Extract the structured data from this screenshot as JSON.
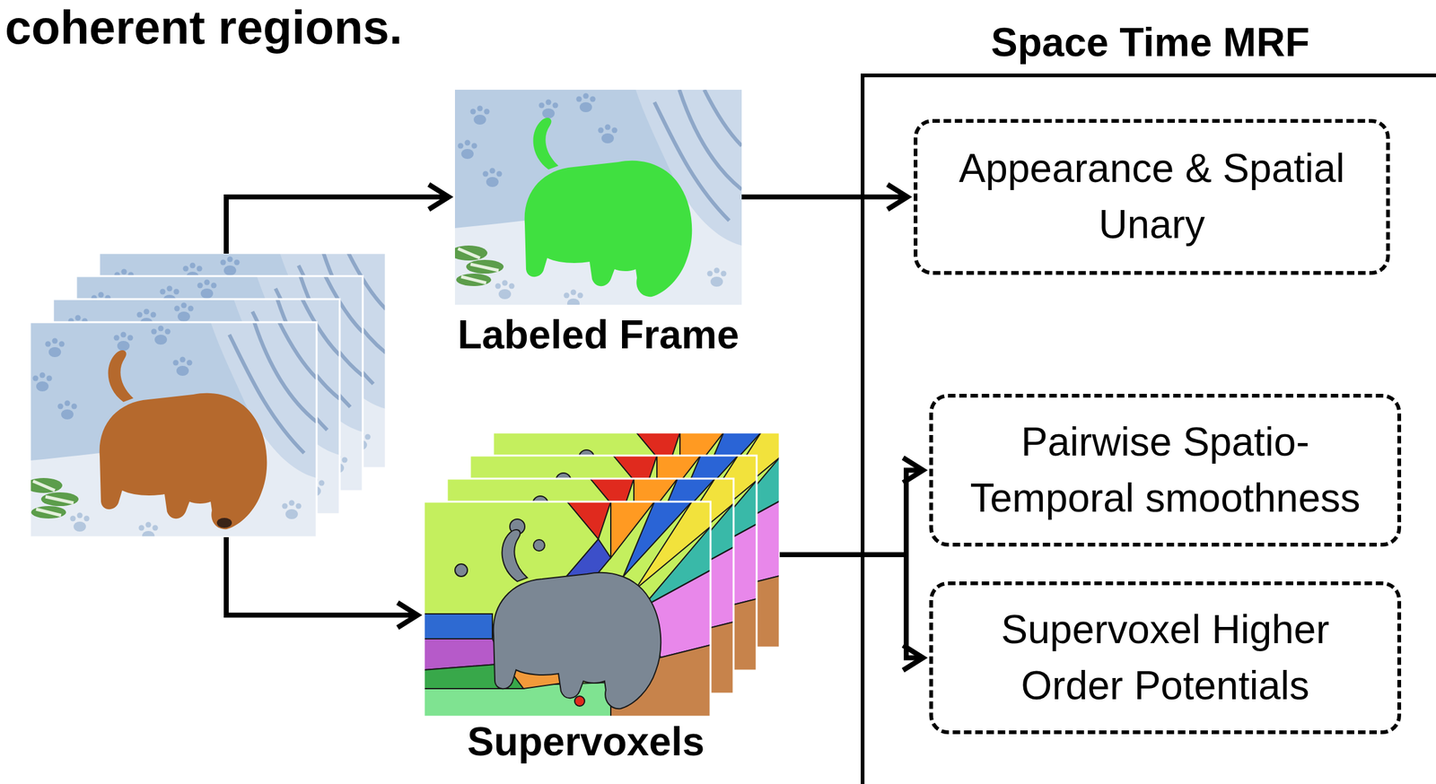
{
  "diagram": {
    "nodes": [
      {
        "text": [
          "Labeled Frame"
        ]
      },
      {
        "text": [
          "Supervoxels"
        ]
      },
      {
        "text": [
          "Space Time MRF"
        ]
      },
      {
        "text": [
          "Appearance & Spatial Unary"
        ],
        "in": 2
      },
      {
        "text": [
          "Pairwise Spatio- Temporal smoothness"
        ],
        "in": 2
      },
      {
        "text": [
          "Supervoxel Higher Order Potentials"
        ],
        "in": 2
      }
    ],
    "edges": [
      {
        "from": 0,
        "to": 3,
        "arrow": "to"
      },
      {
        "from": 1,
        "to": 4,
        "arrow": "to"
      },
      {
        "from": 1,
        "to": 5,
        "arrow": "to"
      }
    ],
    "labels": [
      "coherent regions."
    ]
  }
}
